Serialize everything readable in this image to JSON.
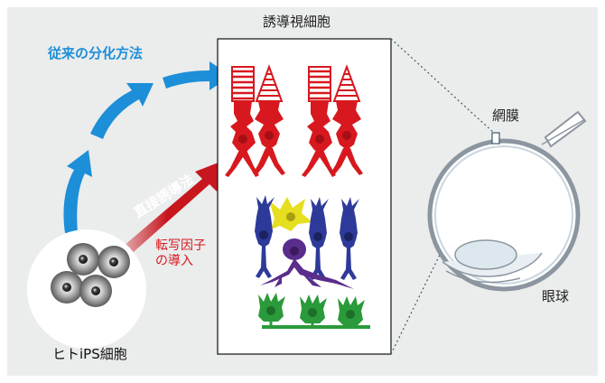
{
  "labels": {
    "conventional_method": "従来の分化方法",
    "induced_cells": "誘導視細胞",
    "retina": "網膜",
    "eyeball": "眼球",
    "ips_cells": "ヒトiPS細胞",
    "transcription_factor_line1": "転写因子",
    "transcription_factor_line2": "の導入",
    "direct_induction": "直接誘導法"
  },
  "colors": {
    "background_panel": "#ebecec",
    "conventional_arrow": "#1c8fd8",
    "direct_arrow": "#c8161e",
    "photoreceptor": "#d7191f",
    "bipolar_cells": "#2e3a9a",
    "horizontal_cell": "#e6df1f",
    "amacrine_cell": "#5a2d8c",
    "ganglion_cells": "#2a9a3a",
    "eye_outline": "#8c96a0",
    "dotted_guide": "#3a5a6a"
  }
}
